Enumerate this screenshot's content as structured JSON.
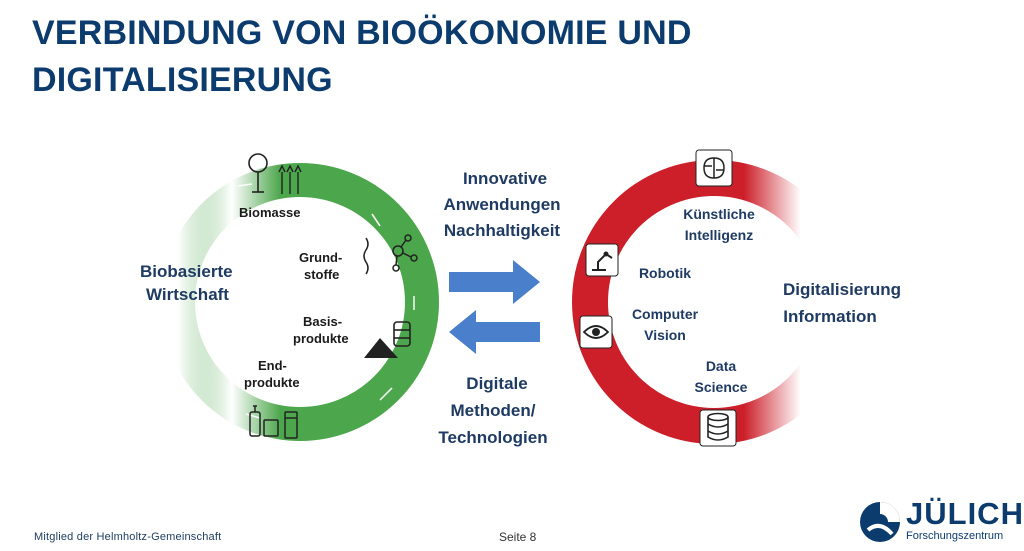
{
  "slide": {
    "title_line1": "VERBINDUNG VON BIOÖKONOMIE UND",
    "title_line2": "DIGITALISIERUNG"
  },
  "left_cycle": {
    "color": "#4ca64c",
    "heading_line1": "Biobasierte",
    "heading_line2": "Wirtschaft",
    "stages": {
      "biomasse": "Biomasse",
      "grundstoffe_1": "Grund-",
      "grundstoffe_2": "stoffe",
      "basisprodukte_1": "Basis-",
      "basisprodukte_2": "produkte",
      "endprodukte_1": "End-",
      "endprodukte_2": "produkte"
    }
  },
  "center": {
    "arrow_color": "#4a7fcb",
    "top_line1": "Innovative",
    "top_line2": "Anwendungen",
    "top_line3": "Nachhaltigkeit",
    "bottom_line1": "Digitale",
    "bottom_line2": "Methoden/",
    "bottom_line3": "Technologien"
  },
  "right_cycle": {
    "color": "#cc1f2a",
    "heading_line1": "Digitalisierung",
    "heading_line2": "Information",
    "items": {
      "ki_1": "Künstliche",
      "ki_2": "Intelligenz",
      "robotik": "Robotik",
      "cv_1": "Computer",
      "cv_2": "Vision",
      "ds_1": "Data",
      "ds_2": "Science"
    },
    "icons": [
      "brain-icon",
      "robot-arm-icon",
      "eye-icon",
      "database-icon"
    ]
  },
  "footer": {
    "member_text": "Mitglied der Helmholtz-Gemeinschaft",
    "page_label": "Seite 8",
    "logo_word": "JÜLICH",
    "logo_sub": "Forschungszentrum"
  }
}
